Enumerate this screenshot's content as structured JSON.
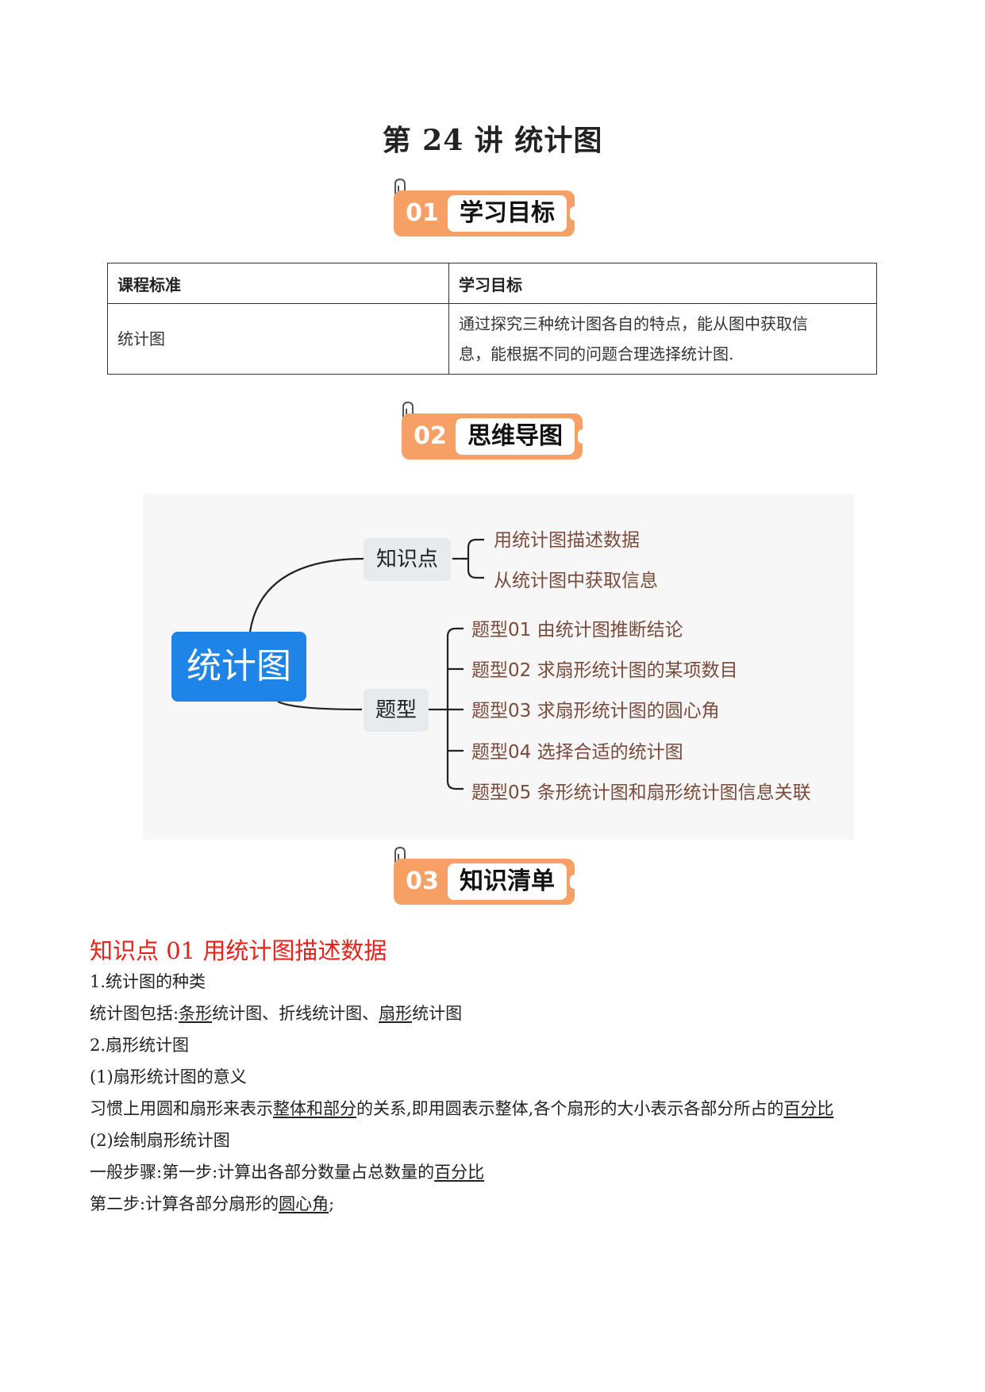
{
  "title": "第 24 讲  统计图",
  "sections": [
    {
      "num": "01",
      "label": "学习目标"
    },
    {
      "num": "02",
      "label": "思维导图"
    },
    {
      "num": "03",
      "label": "知识清单"
    }
  ],
  "goals_table": {
    "headers": [
      "课程标准",
      "学习目标"
    ],
    "rows": [
      {
        "standard": "统计图",
        "goal_line1": "通过探究三种统计图各自的特点，能从图中获取信",
        "goal_line2": "息，能根据不同的问题合理选择统计图."
      }
    ]
  },
  "mindmap": {
    "root": "统计图",
    "branches": [
      {
        "label": "知识点",
        "children": [
          "用统计图描述数据",
          "从统计图中获取信息"
        ]
      },
      {
        "label": "题型",
        "children": [
          "题型01  由统计图推断结论",
          "题型02  求扇形统计图的某项数目",
          "题型03  求扇形统计图的圆心角",
          "题型04  选择合适的统计图",
          "题型05  条形统计图和扇形统计图信息关联"
        ]
      }
    ],
    "colors": {
      "root": "#1f84e8",
      "leaf_text": "#7a4a3a",
      "branch_bg": "#e8ebee"
    }
  },
  "knowledge": {
    "title": "知识点 01  用统计图描述数据",
    "lines": [
      {
        "text": "1.统计图的种类"
      },
      {
        "parts": [
          "统计图包括:",
          "条形",
          "统计图、折线统计图、",
          "扇形",
          "统计图"
        ]
      },
      {
        "text": "2.扇形统计图"
      },
      {
        "text": "(1)扇形统计图的意义"
      },
      {
        "parts": [
          "习惯上用圆和扇形来表示",
          "整体和部分",
          "的关系,即用圆表示整体,各个扇形的大小表示各部分所占的",
          "百分比"
        ]
      },
      {
        "text": "(2)绘制扇形统计图"
      },
      {
        "parts": [
          "一般步骤:第一步:计算出各部分数量占总数量的",
          "百分比"
        ]
      },
      {
        "parts": [
          "第二步:计算各部分扇形的",
          "圆心角",
          ";"
        ]
      }
    ]
  },
  "colors": {
    "badge": "#f7a065",
    "kp_title": "#e8201a"
  }
}
